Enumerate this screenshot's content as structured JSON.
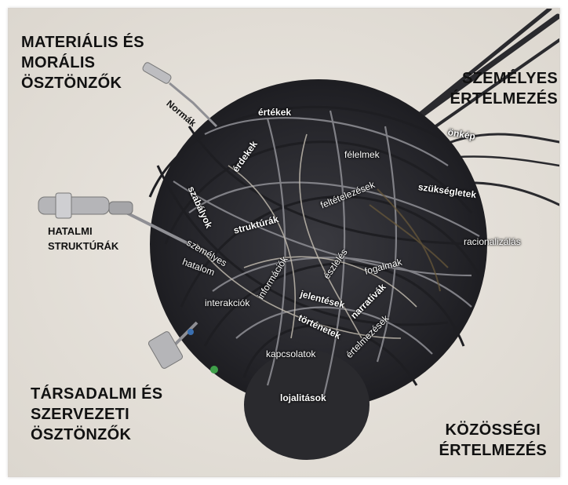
{
  "corners": {
    "top_left": [
      "MATERIÁLIS ÉS",
      "MORÁLIS",
      "ÖSZTÖNZŐK"
    ],
    "top_right": [
      "SZEMÉLYES",
      "ÉRTELMEZÉS"
    ],
    "bottom_left": [
      "TÁRSADALMI ÉS",
      "SZERVEZETI",
      "ÖSZTÖNZŐK"
    ],
    "bottom_right": [
      "KÖZÖSSÉGI",
      "ÉRTELMEZÉS"
    ],
    "power": [
      "HATALMI",
      "STRUKTÚRÁK"
    ]
  },
  "tangle_labels": {
    "normak": "Normák",
    "ertekek": "értékek",
    "onkep": "önkép",
    "erdekek": "érdekek",
    "felelmek": "félelmek",
    "szabalyok": "szabályok",
    "feltetelezesek": "feltételezések",
    "szuksegletek": "szükségletek",
    "strukturak": "struktúrák",
    "szemelyes": "személyes",
    "hatalom": "hatalom",
    "eszleles": "észlelés",
    "racionalizalas": "racionalizálás",
    "informaciok": "információk",
    "fogalmak": "fogalmak",
    "jelentesek": "jelentések",
    "narrativak": "narratívák",
    "interakciok": "interakciók",
    "tortenetek": "történetek",
    "ertelmezesek": "értelmezések",
    "kapcsolatok": "kapcsolatok",
    "lojalitasok": "lojalitások"
  },
  "colors": {
    "wall": "#e8e4de",
    "cable_dark": "#2a2a2e",
    "cable_grey": "#8a8a90",
    "text_dark": "#111111"
  }
}
